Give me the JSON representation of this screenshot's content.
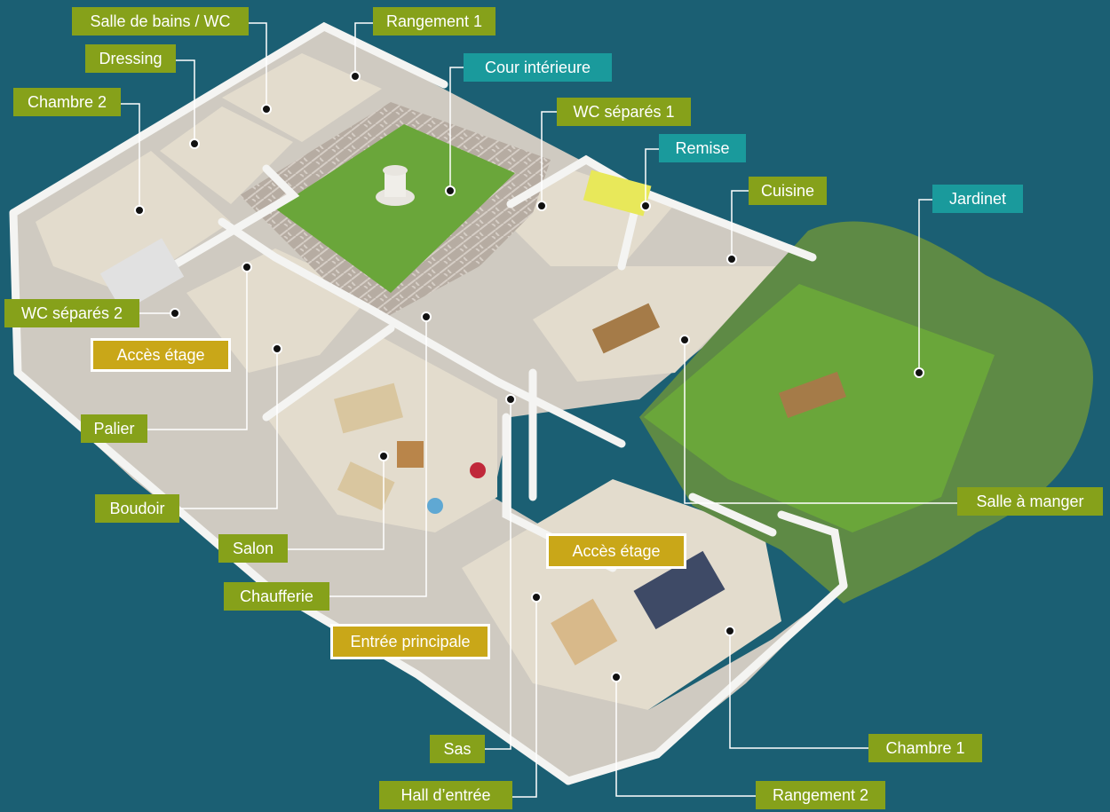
{
  "colors": {
    "background": "#1b5f73",
    "room_label": "#86a11a",
    "outdoor_label": "#1a9a9c",
    "access_label": "#c9a718",
    "lawn": "#6aa63a",
    "floor": "#e3dccd",
    "wall": "#f4f4f2",
    "paving": "#b6aca2",
    "hedge": "#5e8a45",
    "leader_line": "#ffffff",
    "marker": "#111111"
  },
  "labels": {
    "salle_de_bains": "Salle de bains / WC",
    "rangement_1": "Rangement 1",
    "dressing": "Dressing",
    "cour_interieure": "Cour intérieure",
    "chambre_2": "Chambre 2",
    "wc_separes_1": "WC séparés 1",
    "remise": "Remise",
    "cuisine": "Cuisine",
    "jardinet": "Jardinet",
    "wc_separes_2": "WC séparés 2",
    "acces_etage_1": "Accès étage",
    "palier": "Palier",
    "boudoir": "Boudoir",
    "salon": "Salon",
    "chaufferie": "Chaufferie",
    "entree_principale": "Entrée principale",
    "acces_etage_2": "Accès étage",
    "salle_a_manger": "Salle à manger",
    "sas": "Sas",
    "chambre_1": "Chambre 1",
    "hall_entree": "Hall d’entrée",
    "rangement_2": "Rangement 2"
  }
}
